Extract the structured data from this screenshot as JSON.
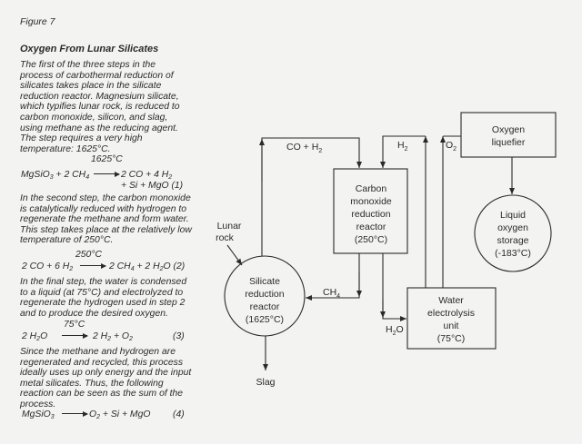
{
  "figure_label": "Figure 7",
  "heading": "Oxygen From Lunar Silicates",
  "para1": [
    "The first of the three steps in the",
    "process of carbothermal reduction of",
    "silicates takes place in the silicate",
    "reduction reactor.  Magnesium silicate,",
    "which typifies lunar rock, is reduced to",
    "carbon monoxide, silicon, and slag,",
    "using methane as the reducing agent.",
    "The step requires a very high",
    "temperature:  1625°C."
  ],
  "eq1": {
    "condition": "1625°C",
    "lhs_a": "MgSiO",
    "lhs_a_sub": "3",
    "lhs_b": " + 2 CH",
    "lhs_b_sub": "4",
    "rhs1_a": "2 CO + 4 H",
    "rhs1_sub": "2",
    "rhs2": "+ Si + MgO (1)"
  },
  "para2": [
    "In the second step, the carbon monoxide",
    "is catalytically reduced with hydrogen to",
    "regenerate the methane and form water.",
    "This step takes place at the relatively low",
    "temperature of 250°C."
  ],
  "eq2": {
    "condition": "250°C",
    "lhs_a": "2 CO + 6 H",
    "lhs_sub": "2",
    "rhs_a": "2 CH",
    "rhs_sub1": "4",
    "rhs_b": " + 2 H",
    "rhs_sub2": "2",
    "rhs_c": "O (2)"
  },
  "para3": [
    "In the final step, the water is condensed",
    "to a liquid (at 75°C) and electrolyzed to",
    "regenerate the hydrogen used in step 2",
    "and to produce the desired oxygen."
  ],
  "eq3": {
    "condition": "75°C",
    "lhs_a": "2 H",
    "lhs_sub": "2",
    "lhs_b": "O",
    "rhs_a": "2 H",
    "rhs_sub1": "2",
    "rhs_b": " + O",
    "rhs_sub2": "2",
    "number": "(3)"
  },
  "para4": [
    "Since the methane and hydrogen are",
    "regenerated and recycled, this process",
    "ideally uses up only energy and the input",
    "metal silicates.  Thus, the following",
    "reaction can be seen as the sum of the",
    "process."
  ],
  "eq4": {
    "lhs_a": "MgSiO",
    "lhs_sub": "3",
    "rhs_a": "O",
    "rhs_sub": "2",
    "rhs_b": " + Si + MgO",
    "number": "(4)"
  },
  "diagram": {
    "lunar_rock": [
      "Lunar",
      "rock"
    ],
    "silicate_reactor": [
      "Silicate",
      "reduction",
      "reactor",
      "(1625°C)"
    ],
    "co_reactor": [
      "Carbon",
      "monoxide",
      "reduction",
      "reactor",
      "(250°C)"
    ],
    "electrolysis": [
      "Water",
      "electrolysis",
      "unit",
      "(75°C)"
    ],
    "liquefier": [
      "Oxygen",
      "liquefier"
    ],
    "storage": [
      "Liquid",
      "oxygen",
      "storage",
      "(-183°C)"
    ],
    "flow_co_h2": "CO + H",
    "flow_h2": "H",
    "flow_o2": "O",
    "flow_ch4": "CH",
    "flow_h2o_a": "H",
    "flow_h2o_b": "O",
    "sub2": "2",
    "sub4": "4",
    "slag": "Slag"
  }
}
